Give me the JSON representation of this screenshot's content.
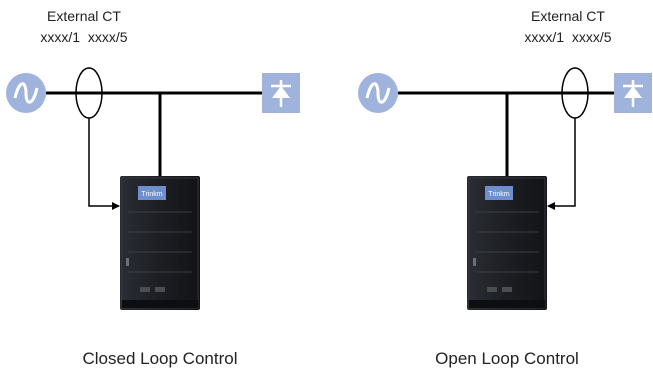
{
  "left": {
    "ct_title": "External CT",
    "ct_ratio": "xxxx/1  xxxx/5",
    "caption": "Closed Loop Control"
  },
  "right": {
    "ct_title": "External CT",
    "ct_ratio": "xxxx/1  xxxx/5",
    "caption": "Open Loop Control"
  },
  "device_screen_text": "Trinkm",
  "colors": {
    "source_fill": "#9fb3dd",
    "line": "#000000",
    "cabinet": "#1b1d22",
    "screen": "#6d8fd0"
  },
  "icons": [
    "ac-source-icon",
    "diode-load-icon",
    "current-transformer-icon"
  ]
}
